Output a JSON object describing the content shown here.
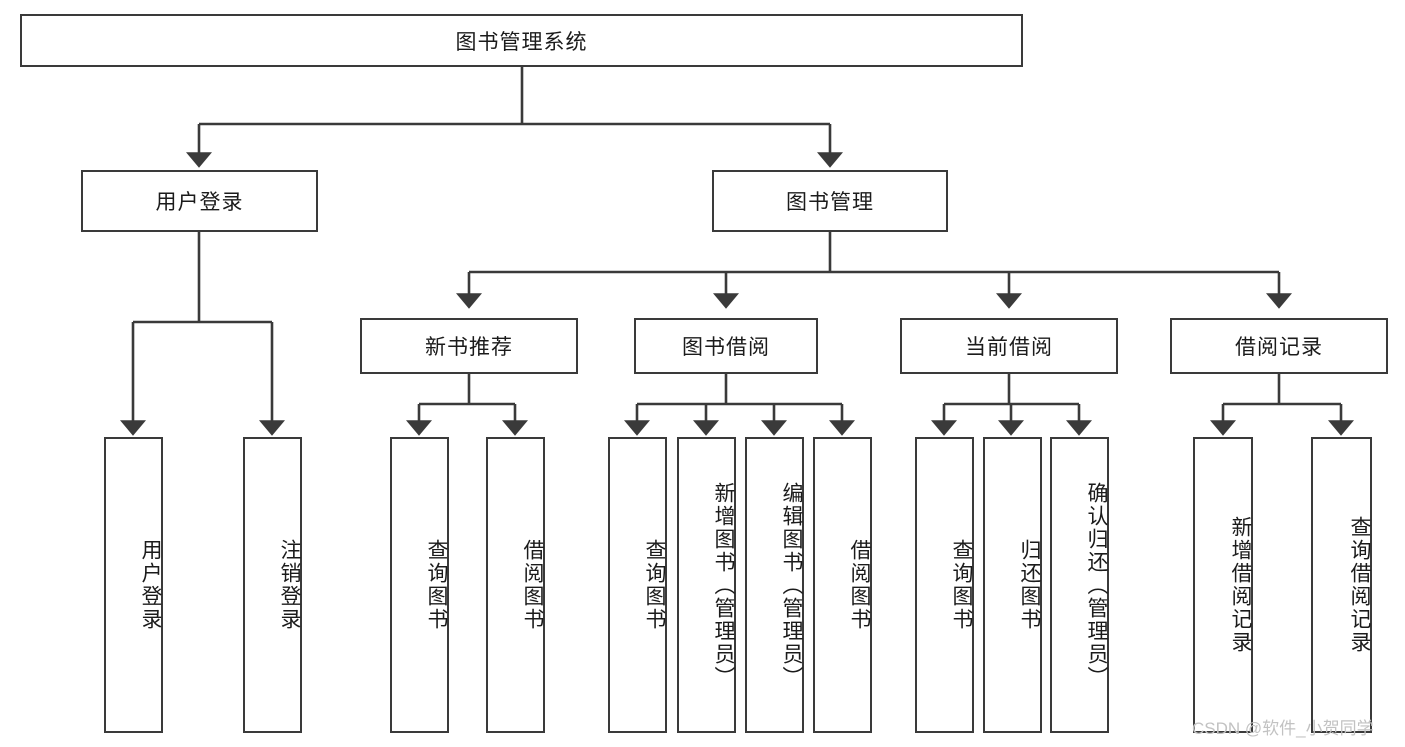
{
  "diagram": {
    "title_text": "图书管理系统",
    "type": "hierarchy-tree",
    "stroke_color": "#3a3a3a",
    "fill_color": "#ffffff",
    "text_color": "#1b1b1b",
    "watermark": "CSDN @软件_小贺同学",
    "nodes": {
      "root": {
        "label": "图书管理系统"
      },
      "level2": [
        {
          "id": "user-login",
          "label": "用户登录"
        },
        {
          "id": "book-manage",
          "label": "图书管理"
        }
      ],
      "level3": [
        {
          "id": "new-book-rec",
          "label": "新书推荐"
        },
        {
          "id": "book-borrow",
          "label": "图书借阅"
        },
        {
          "id": "current-borrow",
          "label": "当前借阅"
        },
        {
          "id": "borrow-record",
          "label": "借阅记录"
        }
      ],
      "leaves": {
        "user_login": [
          {
            "id": "leaf-user-login",
            "label": "用户登录"
          },
          {
            "id": "leaf-logout",
            "label": "注销登录"
          }
        ],
        "new_book_rec": [
          {
            "id": "leaf-query-book-1",
            "label": "查询图书"
          },
          {
            "id": "leaf-borrow-book-1",
            "label": "借阅图书"
          }
        ],
        "book_borrow": [
          {
            "id": "leaf-query-book-2",
            "label": "查询图书"
          },
          {
            "id": "leaf-add-book",
            "label": "新增图书（管理员）"
          },
          {
            "id": "leaf-edit-book",
            "label": "编辑图书（管理员）"
          },
          {
            "id": "leaf-borrow-book-2",
            "label": "借阅图书"
          }
        ],
        "current_borrow": [
          {
            "id": "leaf-query-book-3",
            "label": "查询图书"
          },
          {
            "id": "leaf-return-book",
            "label": "归还图书"
          },
          {
            "id": "leaf-confirm-return",
            "label": "确认归还（管理员）"
          }
        ],
        "borrow_record": [
          {
            "id": "leaf-add-record",
            "label": "新增借阅记录"
          },
          {
            "id": "leaf-query-record",
            "label": "查询借阅记录"
          }
        ]
      }
    }
  }
}
